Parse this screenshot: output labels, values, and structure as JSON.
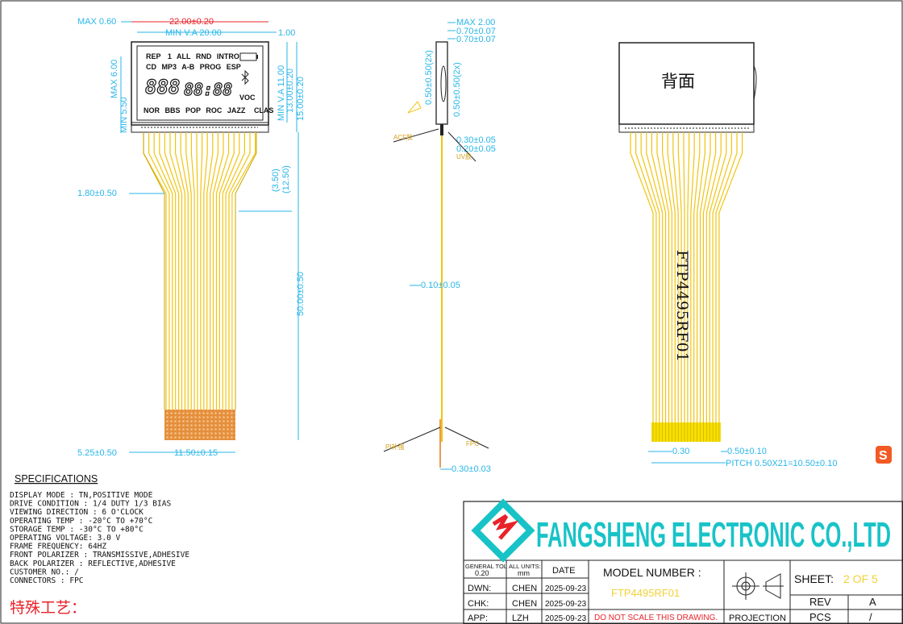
{
  "drawing": {
    "front_view": {
      "dims": {
        "max_thickness": "MAX 0.60",
        "width": "22.00±0.20",
        "min_va": "MIN V.A 20.00",
        "right_margin": "1.00",
        "max_6": "MAX 6.00",
        "min_5_50": "MIN 5.50",
        "min_va_11": "MIN V.A 11.00",
        "h13": "13.00±0.20",
        "h15": "15.00±0.20",
        "tail_offset": "1.80±0.50",
        "d3_50": "(3.50)",
        "d12_50": "(12.50)",
        "tail_length": "50.00±0.50",
        "tail_left": "5.25±0.50",
        "tail_width": "11.50±0.15"
      },
      "lcd": {
        "row1": [
          "REP",
          "1",
          "ALL",
          "RND",
          "INTRO"
        ],
        "row2": [
          "CD",
          "MP3",
          "A-B",
          "PROG",
          "ESP"
        ],
        "row3": [
          "NOR",
          "BBS",
          "POP",
          "ROC",
          "JAZZ",
          "CLAS"
        ],
        "big_digits": "888",
        "small_digits": "88:88",
        "voc": "VOC"
      }
    },
    "side_view": {
      "dims": {
        "max_2": "MAX 2.00",
        "t070a": "0.70±0.07",
        "t070b": "0.70±0.07",
        "v050a": "0.50±0.50(2x)",
        "v050b": "0.50±0.50(2x)",
        "t030": "0.30±0.05",
        "t020": "0.20±0.05",
        "t010": "0.10±0.05",
        "t030b": "0.30±0.03"
      },
      "labels": {
        "l1": "ACF胶",
        "l2": "UV胶",
        "l3": "PI补强",
        "l4": "FPC"
      }
    },
    "back_view": {
      "label": "背面",
      "part_number": "FTP4495RF01",
      "dims": {
        "d030": "0.30",
        "d050": "0.50±0.10",
        "pitch": "PITCH  0.50X21=10.50±0.10"
      }
    }
  },
  "specifications": {
    "title": "SPECIFICATIONS",
    "lines": [
      "DISPLAY     MODE : TN,POSITIVE MODE",
      "DRIVE   CONDITION : 1/4 DUTY 1/3 BIAS",
      "VIEWING DIRECTION : 6 O'CLOCK",
      "OPERATING   TEMP  : -20°C  TO  +70°C",
      "STORAGE     TEMP  : -30°C  TO  +80°C",
      "OPERATING VOLTAGE: 3.0  V",
      "FRAME FREQUENCY:  64HZ",
      "FRONT POLARIZER : TRANSMISSIVE,ADHESIVE",
      "BACK  POLARIZER : REFLECTIVE,ADHESIVE",
      "CUSTOMER   NO.:   /",
      "CONNECTORS :      FPC"
    ],
    "special_process": "特殊工艺："
  },
  "title_block": {
    "company": "FANGSHENG ELECTRONIC CO.,LTD",
    "general_tol_label": "GENERAL TOL",
    "general_tol_value": "0.20",
    "all_units_label": "ALL UNITS:",
    "all_units_value": "mm",
    "date_label": "DATE",
    "model_number_label": "MODEL  NUMBER  :",
    "model_number_value": "FTP4495RF01",
    "sheet_label": "SHEET:",
    "sheet_value": "2  OF  5",
    "rows": [
      {
        "role": "DWN:",
        "name": "CHEN",
        "date": "2025-09-23"
      },
      {
        "role": "CHK:",
        "name": "CHEN",
        "date": "2025-09-23"
      },
      {
        "role": "APP:",
        "name": "LZH",
        "date": "2025-09-23"
      }
    ],
    "rev_label": "REV",
    "rev_value": "A",
    "pcs_label": "PCS",
    "pcs_value": "/",
    "projection_label": "PROJECTION",
    "warning": "DO  NOT  SCALE  THIS  DRAWING."
  },
  "colors": {
    "dimension": "#29b6e8",
    "title_dim": "#e8232a",
    "fpc_trace": "#f1c40f",
    "stiffener": "#e07b1a",
    "company": "#18c3c7"
  }
}
